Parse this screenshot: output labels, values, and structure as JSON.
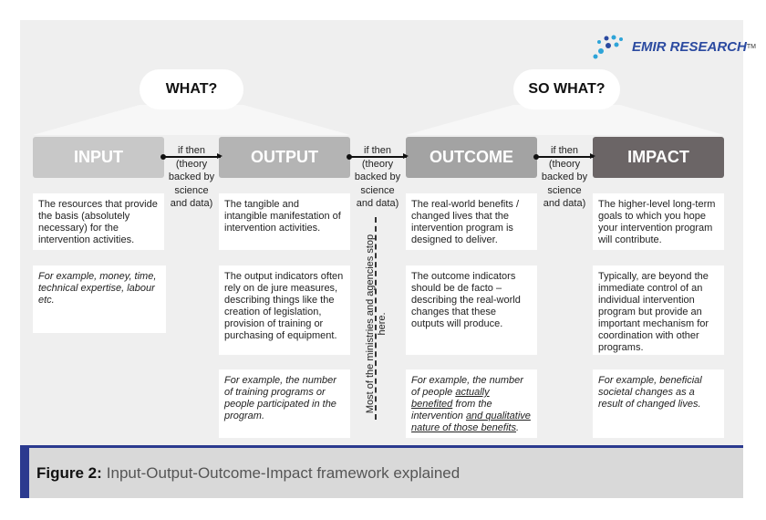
{
  "logo": {
    "text": "EMIR RESEARCH",
    "tm": "TM"
  },
  "bubbles": {
    "what": "WHAT?",
    "so_what": "SO WHAT?"
  },
  "stages": [
    {
      "label": "INPUT",
      "color": "#c8c8c8"
    },
    {
      "label": "OUTPUT",
      "color": "#b4b4b4"
    },
    {
      "label": "OUTCOME",
      "color": "#a3a3a3"
    },
    {
      "label": "IMPACT",
      "color": "#6b6566"
    }
  ],
  "connector": {
    "line1": "if then",
    "line2": "(theory",
    "line3": "backed by",
    "line4": "science",
    "line5": "and data)"
  },
  "cards": {
    "input": {
      "definition": "The resources that provide the basis (absolutely necessary) for the intervention activities.",
      "example": "For example, money, time, technical expertise, labour etc."
    },
    "output": {
      "definition": "The tangible and intangible manifestation of intervention activities.",
      "indicators": "The output indicators often rely on de jure measures, describing things like the creation of legislation, provision of training or purchasing of equipment.",
      "example": "For example, the number of training programs or people participated in the program."
    },
    "outcome": {
      "definition": "The real-world benefits / changed lives that the intervention program is designed to deliver.",
      "indicators": "The outcome indicators should be de facto – describing the real-world changes that these outputs will produce.",
      "example_a": "For example, the number of people ",
      "example_b": "actually benefited",
      "example_c": " from the intervention ",
      "example_d": "and qualitative nature of those benefits",
      "example_e": "."
    },
    "impact": {
      "definition": "The higher-level long-term goals to which you hope your intervention program will contribute.",
      "indicators": "Typically, are beyond the immediate control of an individual intervention program but provide an important  mechanism for coordination with other programs.",
      "example": "For example, beneficial societal changes as a result of changed lives."
    }
  },
  "note": "Most of the ministries and agencies stop here.",
  "caption": {
    "label": "Figure 2:",
    "text": "Input-Output-Outcome-Impact framework explained"
  },
  "colors": {
    "accent": "#2b3a8f",
    "panel": "#efefef"
  }
}
